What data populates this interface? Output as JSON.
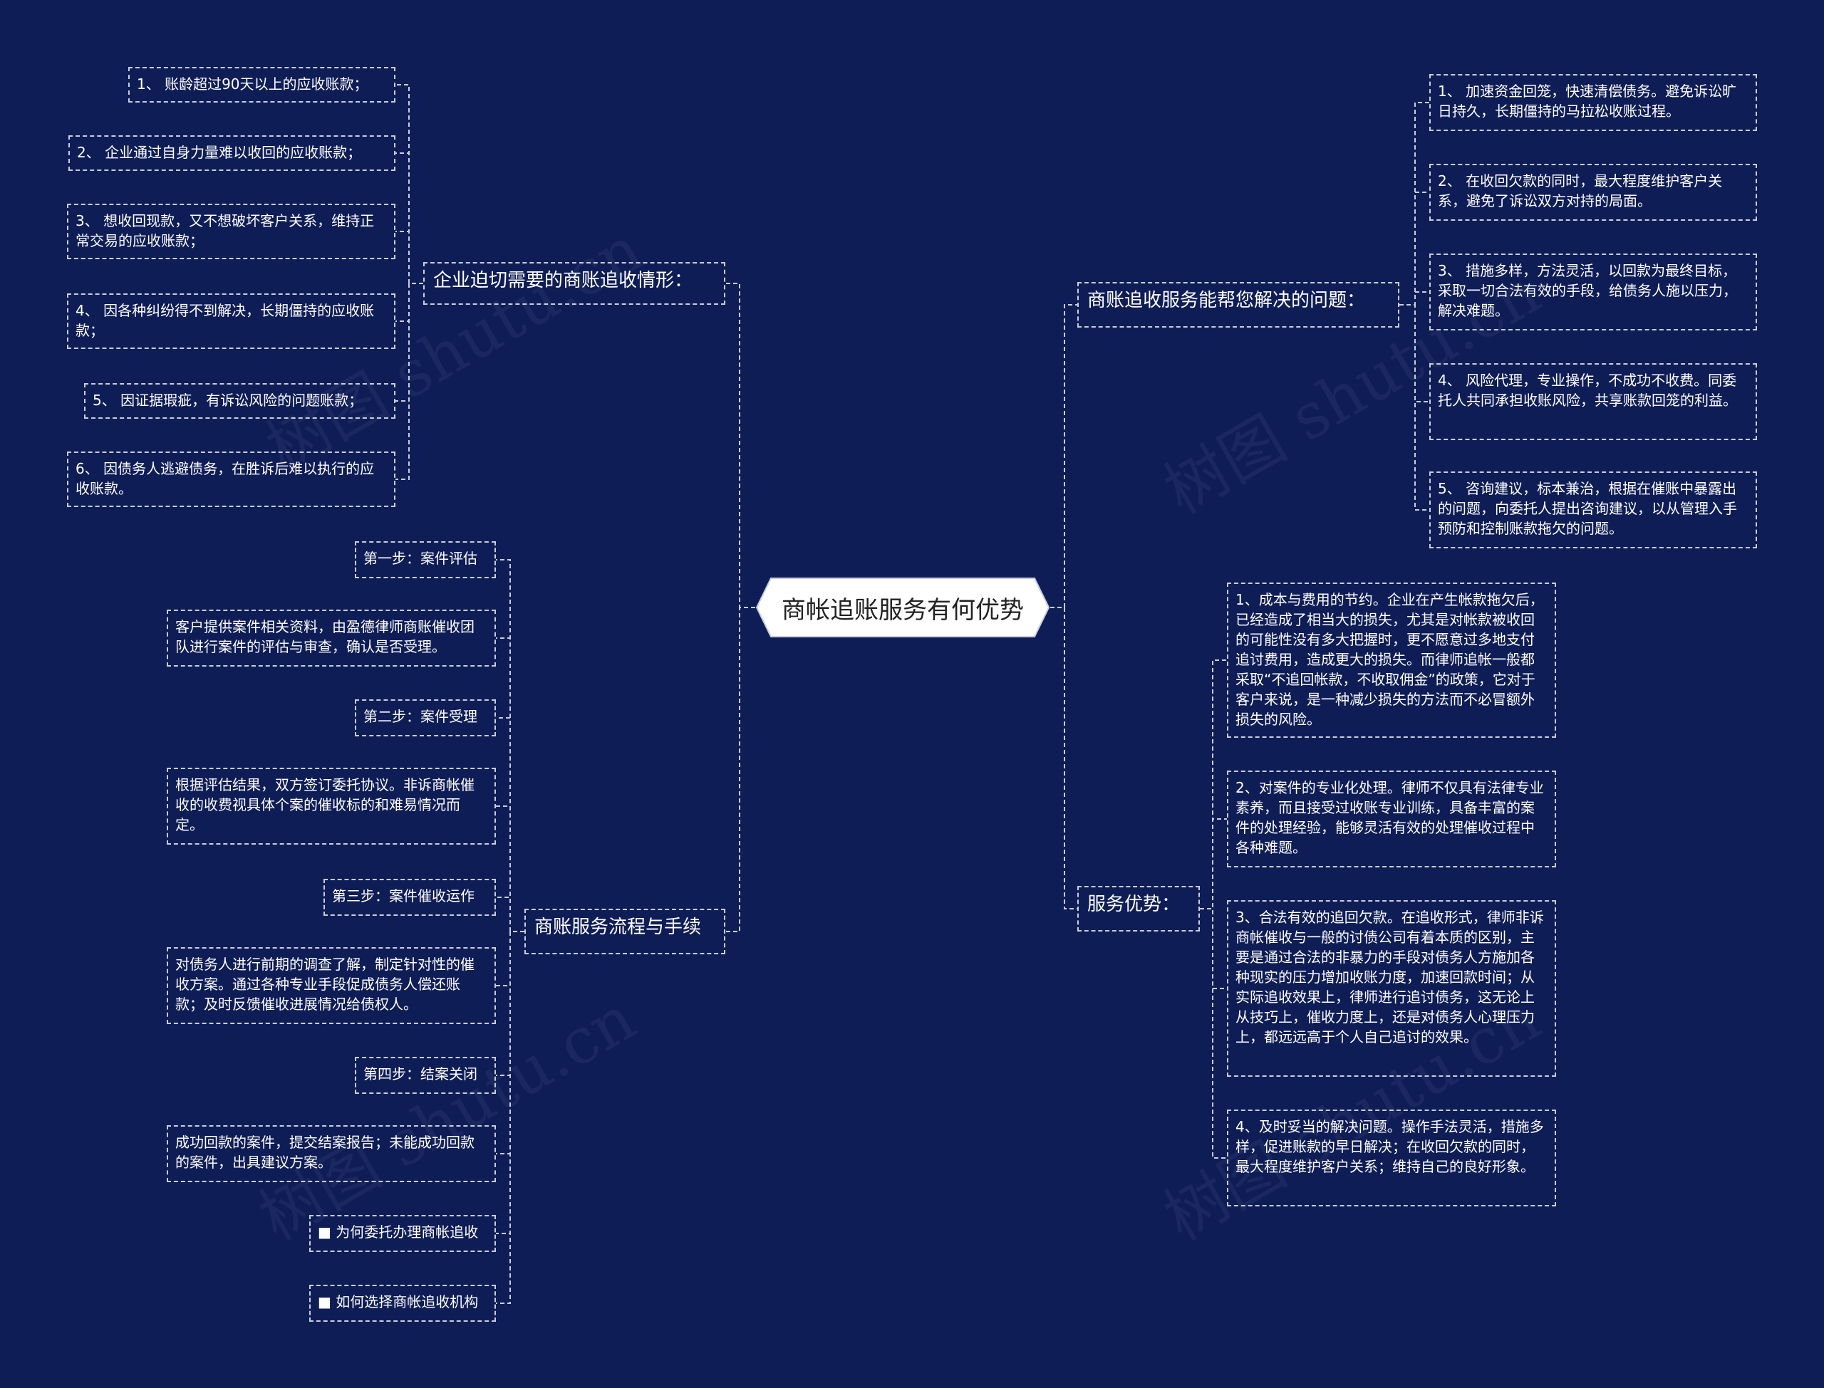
{
  "root": {
    "title": "商帐追账服务有何优势"
  },
  "branches": {
    "situations": {
      "title": "企业迫切需要的商账追收情形：",
      "items": [
        "1、 账龄超过90天以上的应收账款；",
        "2、 企业通过自身力量难以收回的应收账款；",
        "3、 想收回现款，又不想破坏客户关系，维持正常交易的应收账款；",
        "4、 因各种纠纷得不到解决，长期僵持的应收账款；",
        "5、 因证据瑕疵，有诉讼风险的问题账款；",
        "6、 因债务人逃避债务，在胜诉后难以执行的应收账款。"
      ]
    },
    "process": {
      "title": "商账服务流程与手续",
      "items": [
        "第一步：案件评估",
        "客户提供案件相关资料，由盈德律师商账催收团队进行案件的评估与审查，确认是否受理。",
        "第二步：案件受理",
        "根据评估结果，双方签订委托协议。非诉商帐催收的收费视具体个案的催收标的和难易情况而定。",
        "第三步：案件催收运作",
        "对债务人进行前期的调查了解，制定针对性的催收方案。通过各种专业手段促成债务人偿还账款；及时反馈催收进展情况给债权人。",
        "第四步：结案关闭",
        "成功回款的案件，提交结案报告；未能成功回款的案件，出具建议方案。",
        "■ 为何委托办理商帐追收",
        "■ 如何选择商帐追收机构"
      ]
    },
    "problems": {
      "title": "商账追收服务能帮您解决的问题：",
      "items": [
        "1、 加速资金回笼，快速清偿债务。避免诉讼旷日持久，长期僵持的马拉松收账过程。",
        "2、 在收回欠款的同时，最大程度维护客户关系，避免了诉讼双方对持的局面。",
        "3、 措施多样，方法灵活，以回款为最终目标，采取一切合法有效的手段，给债务人施以压力，解决难题。",
        "4、 风险代理，专业操作，不成功不收费。同委托人共同承担收账风险，共享账款回笼的利益。",
        "5、 咨询建议，标本兼治，根据在催账中暴露出的问题，向委托人提出咨询建议，以从管理入手预防和控制账款拖欠的问题。"
      ]
    },
    "advantages": {
      "title": "服务优势：",
      "items": [
        "1、成本与费用的节约。企业在产生帐款拖欠后，已经造成了相当大的损失，尤其是对帐款被收回的可能性没有多大把握时，更不愿意过多地支付追讨费用，造成更大的损失。而律师追帐一般都采取“不追回帐款，不收取佣金”的政策，它对于客户来说，是一种减少损失的方法而不必冒额外损失的风险。",
        "2、对案件的专业化处理。律师不仅具有法律专业素养，而且接受过收账专业训练，具备丰富的案件的处理经验，能够灵活有效的处理催收过程中各种难题。",
        "3、合法有效的追回欠款。在追收形式，律师非诉商帐催收与一般的讨债公司有着本质的区别，主要是通过合法的非暴力的手段对债务人方施加各种现实的压力增加收账力度，加速回款时间；从实际追收效果上，律师进行追讨债务，这无论上从技巧上，催收力度上，还是对债务人心理压力上，都远远高于个人自己追讨的效果。",
        "4、及时妥当的解决问题。操作手法灵活，措施多样，促进账款的早日解决；在收回欠款的同时，最大程度维护客户关系；维持自己的良好形象。"
      ]
    }
  },
  "watermark": "树图 shutu.cn",
  "colors": {
    "background": "#0f1d57",
    "line": "#c9ced9",
    "root_fill": "#ffffff"
  }
}
